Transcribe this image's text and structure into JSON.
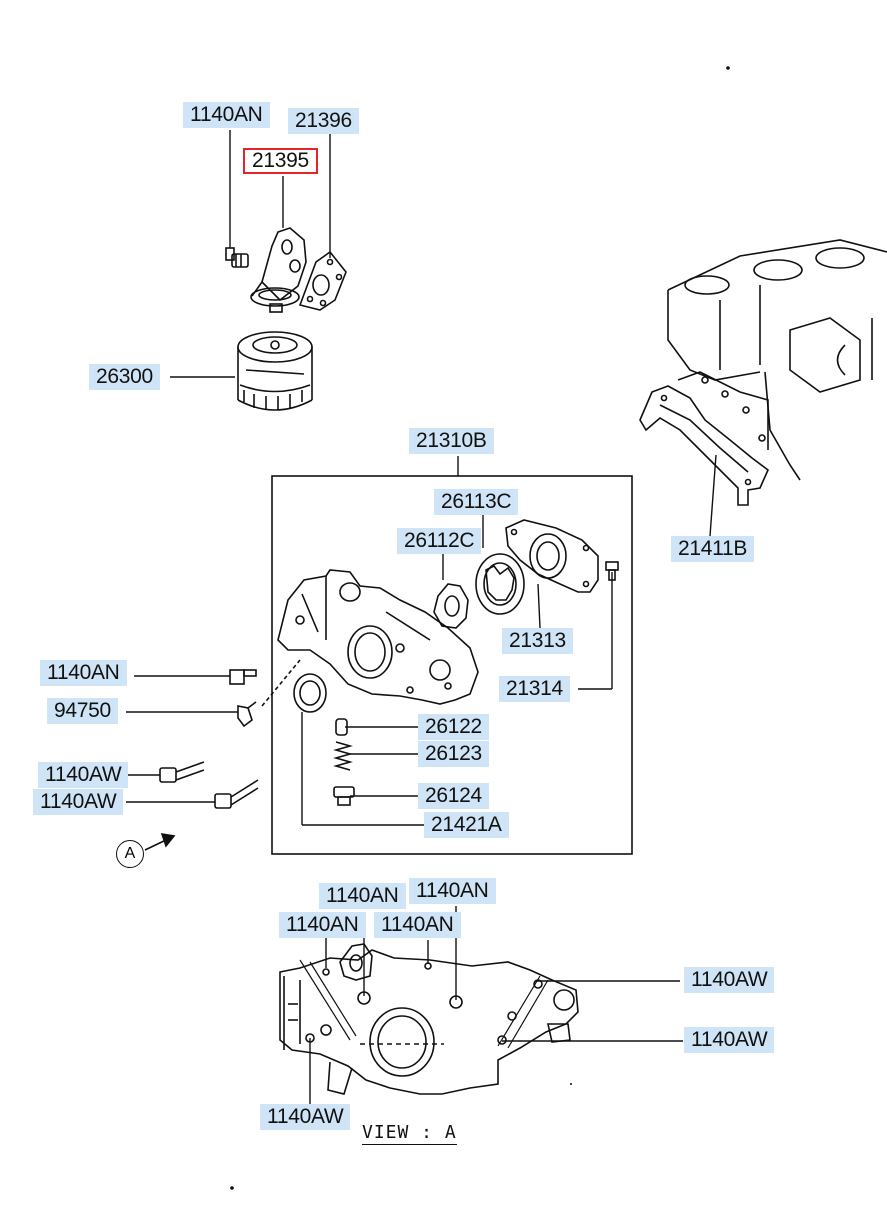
{
  "parts": {
    "bolt_filter_housing": "1140AN",
    "gasket_filter_housing": "21396",
    "filter_housing": "21395",
    "oil_filter": "26300",
    "oil_pump_assy": "21310B",
    "outer_rotor": "26113C",
    "inner_rotor": "26112C",
    "pump_cover": "21313",
    "cover_screw": "21314",
    "front_case_gasket": "21411B",
    "bolt_pump_left": "1140AN",
    "sensor_plug": "94750",
    "relief_plunger": "26122",
    "relief_spring": "26123",
    "relief_plug": "26124",
    "oil_seal": "21421A",
    "long_bolt_1": "1140AW",
    "long_bolt_2": "1140AW",
    "view_bolt_an_1": "1140AN",
    "view_bolt_an_2": "1140AN",
    "view_bolt_an_3": "1140AN",
    "view_bolt_an_4": "1140AN",
    "view_bolt_aw_1": "1140AW",
    "view_bolt_aw_2": "1140AW",
    "view_bolt_aw_3": "1140AW"
  },
  "view_marker": "A",
  "view_caption": "VIEW : A"
}
